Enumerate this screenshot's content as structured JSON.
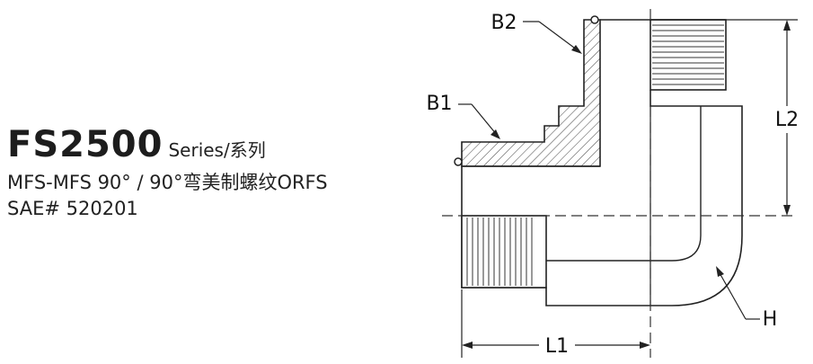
{
  "product": {
    "model": "FS2500",
    "series_label": "Series/系列",
    "description": "MFS-MFS 90° / 90°弯美制螺纹ORFS",
    "sae_number": "SAE# 520201"
  },
  "diagram": {
    "labels": {
      "b1": "B1",
      "b2": "B2",
      "l1": "L1",
      "l2": "L2",
      "h": "H"
    }
  }
}
